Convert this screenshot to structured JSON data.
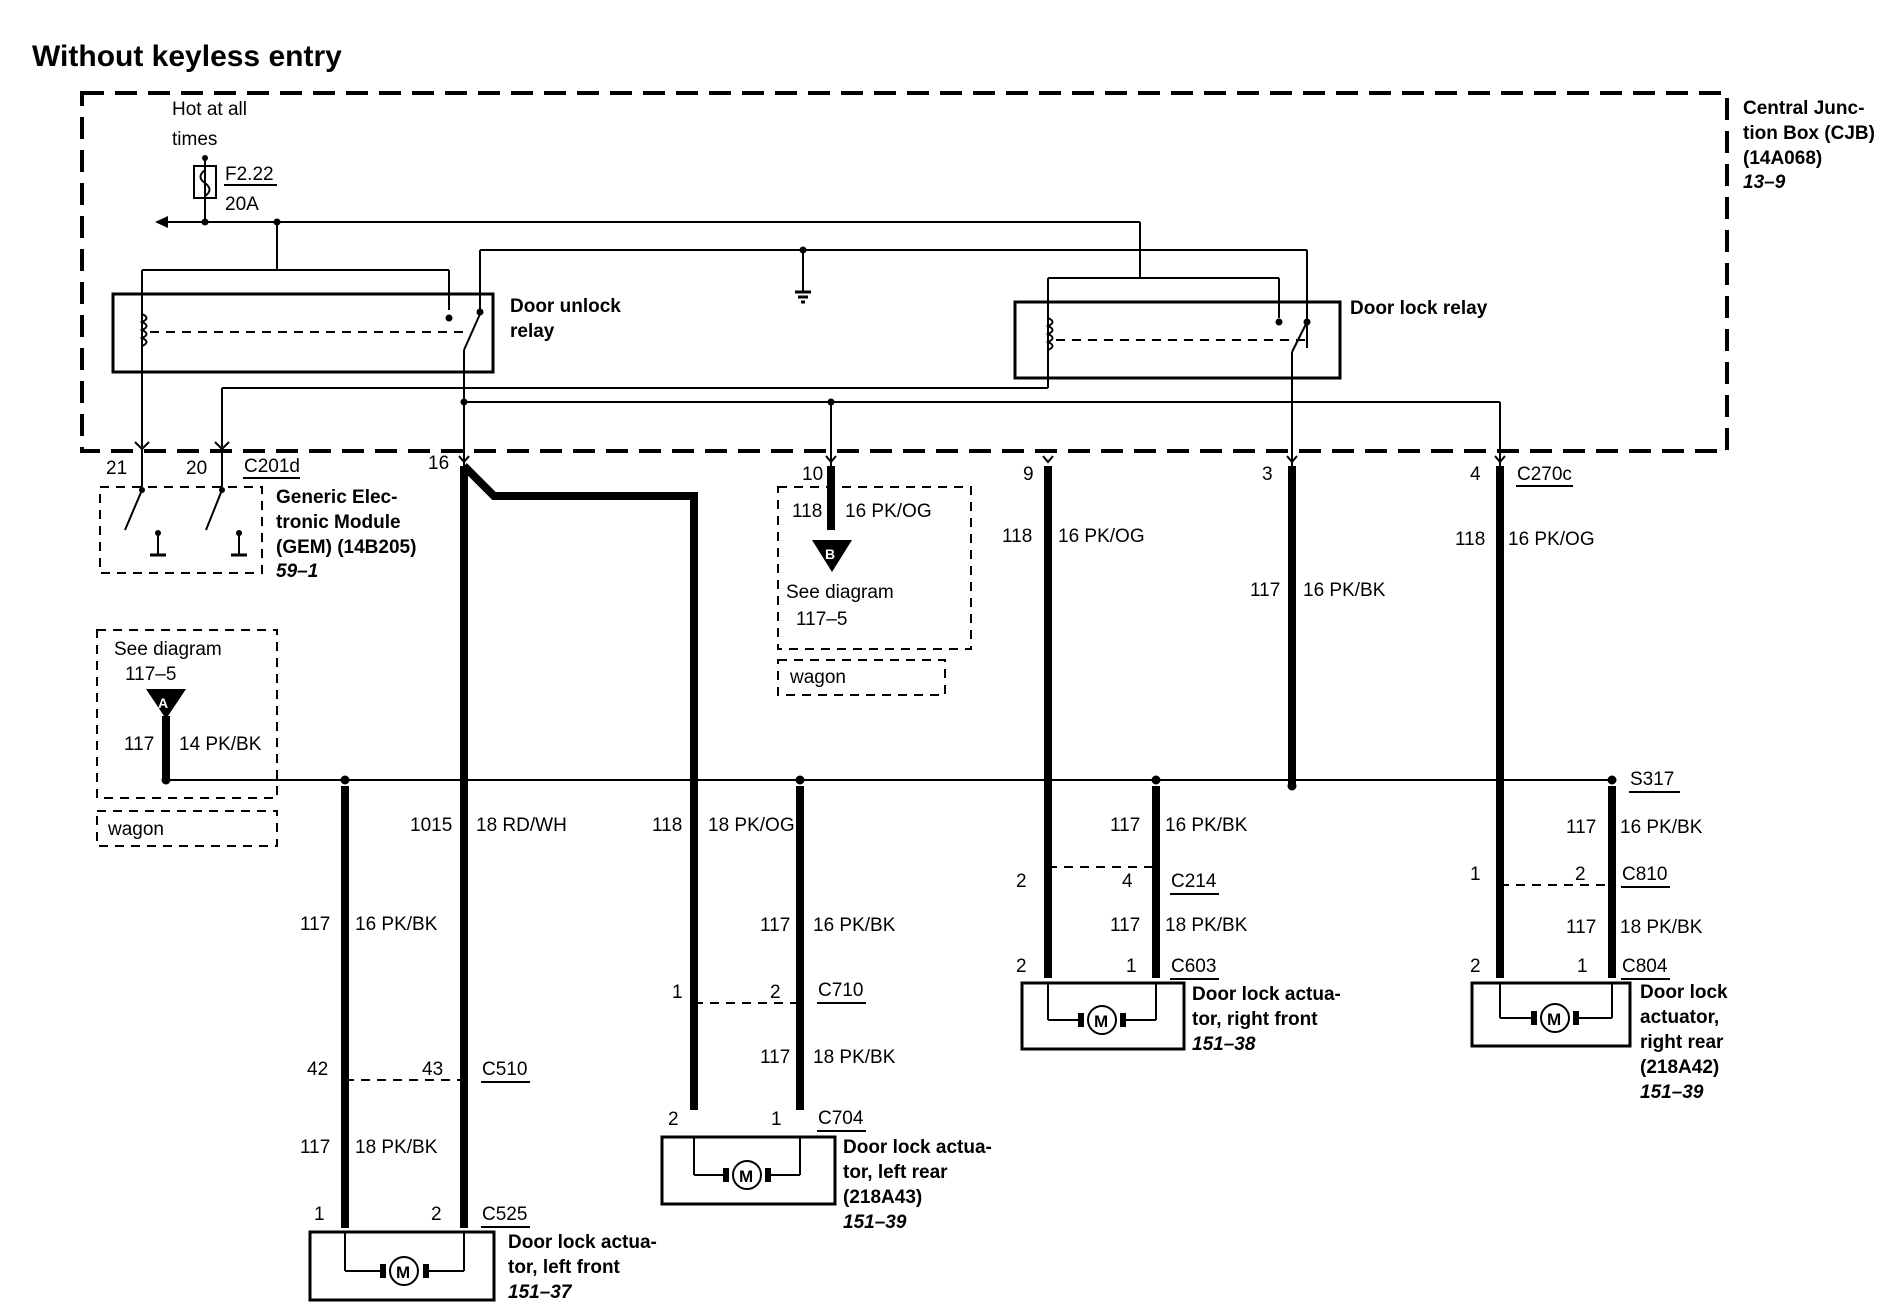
{
  "title": "Without keyless entry",
  "cjb": {
    "line1": "Central Junc-",
    "line2": "tion Box (CJB)",
    "line3": "(14A068)",
    "ref": "13–9"
  },
  "fuse": {
    "hot1": "Hot at all",
    "hot2": "times",
    "id": "F2.22",
    "amps": "20A"
  },
  "unlock_relay": {
    "line1": "Door unlock",
    "line2": "relay"
  },
  "lock_relay": {
    "label": "Door lock relay"
  },
  "gem": {
    "line1": "Generic Elec-",
    "line2": "tronic Module",
    "line3": "(GEM) (14B205)",
    "ref": "59–1"
  },
  "pins": {
    "p21": "21",
    "p20": "20",
    "p16": "16",
    "p10": "10",
    "p9": "9",
    "p3": "3",
    "p4": "4"
  },
  "connectors": {
    "c201d": "C201d",
    "c270c": "C270c",
    "s317": "S317",
    "c510": "C510",
    "c525": "C525",
    "c710": "C710",
    "c704": "C704",
    "c214": "C214",
    "c603": "C603",
    "c810": "C810",
    "c804": "C804"
  },
  "see_a": {
    "l1": "See diagram",
    "l2": "117–5",
    "letter": "A",
    "circ": "117",
    "wire": "14 PK/BK",
    "wagon": "wagon"
  },
  "see_b": {
    "circ": "118",
    "wire": "16 PK/OG",
    "letter": "B",
    "l1": "See diagram",
    "l2": "117–5",
    "wagon": "wagon"
  },
  "wires": {
    "w1015_c": "1015",
    "w1015_w": "18 RD/WH",
    "lf1_c": "117",
    "lf1_w": "16 PK/BK",
    "lf2_c": "117",
    "lf2_w": "18 PK/BK",
    "lr0_c": "118",
    "lr0_w": "18 PK/OG",
    "lr1_c": "117",
    "lr1_w": "16 PK/BK",
    "lr2_c": "117",
    "lr2_w": "18 PK/BK",
    "rf0_c": "118",
    "rf0_w": "16 PK/OG",
    "rfb_c": "117",
    "rfb_w": "16 PK/BK",
    "rf1_c": "117",
    "rf1_w": "16 PK/BK",
    "rf2_c": "117",
    "rf2_w": "18 PK/BK",
    "rr0_c": "118",
    "rr0_w": "16 PK/OG",
    "rr1_c": "117",
    "rr1_w": "16 PK/BK",
    "rr2_c": "117",
    "rr2_w": "18 PK/BK"
  },
  "lf": {
    "p42": "42",
    "p43": "43",
    "p1": "1",
    "p2": "2",
    "l1": "Door lock actua-",
    "l2": "tor, left front",
    "ref": "151–37"
  },
  "lr": {
    "p1a": "1",
    "p2a": "2",
    "p2": "2",
    "p1": "1",
    "l1": "Door lock actua-",
    "l2": "tor, left rear",
    "l3": "(218A43)",
    "ref": "151–39"
  },
  "rf": {
    "p2a": "2",
    "p4": "4",
    "p2": "2",
    "p1": "1",
    "l1": "Door lock actua-",
    "l2": "tor, right front",
    "ref": "151–38"
  },
  "rr": {
    "p1a": "1",
    "p2a": "2",
    "p2": "2",
    "p1": "1",
    "l1": "Door lock",
    "l2": "actuator,",
    "l3": "right rear",
    "l4": "(218A42)",
    "ref": "151–39"
  },
  "motor": "M"
}
